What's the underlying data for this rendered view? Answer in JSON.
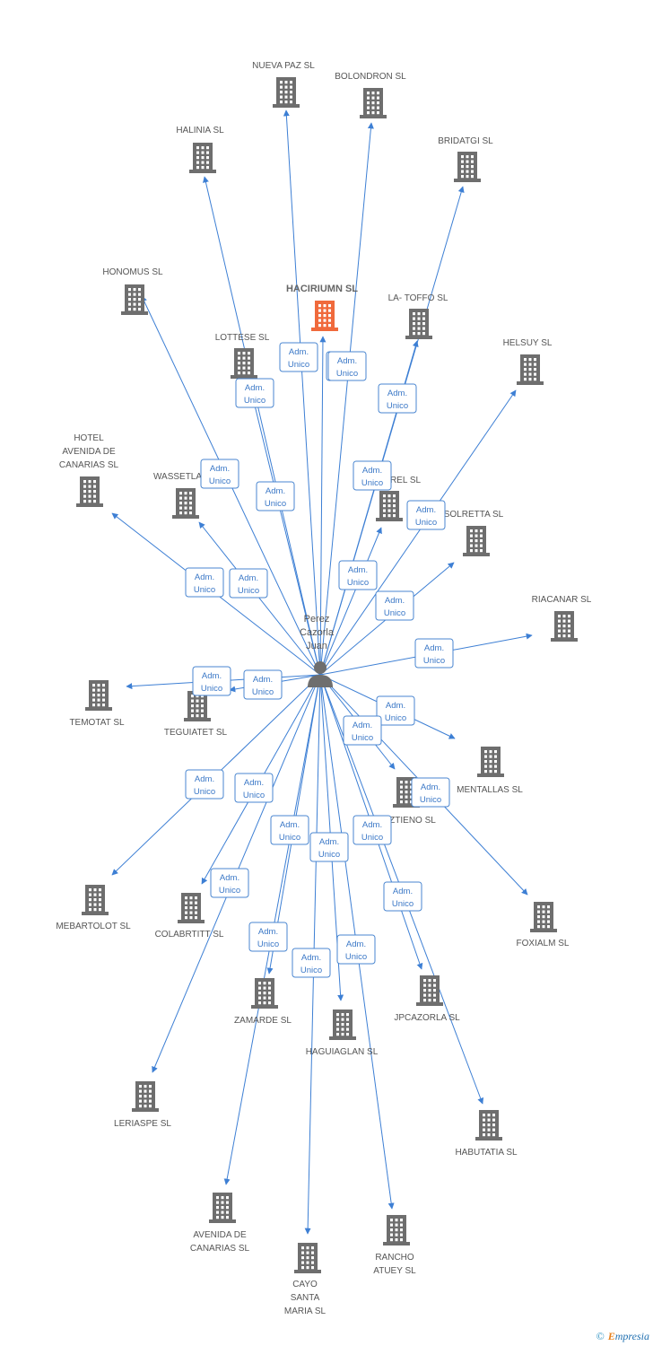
{
  "colors": {
    "edge": "#3d7fd4",
    "building": "#6e6e6e",
    "building_main": "#f06a3c",
    "label_box_border": "#4a86d0",
    "label_text": "#3b78c7"
  },
  "person": {
    "name_lines": [
      "Perez",
      "Cazorla",
      "Juan"
    ],
    "icon": "person-icon"
  },
  "main_company": {
    "name_lines": [
      "HACIRIUMN SL"
    ],
    "icon": "building-icon-highlight"
  },
  "edge_label": {
    "line1": "Adm.",
    "line2": "Unico"
  },
  "companies": [
    {
      "id": "nueva-paz",
      "name_lines": [
        "NUEVA PAZ SL"
      ]
    },
    {
      "id": "bolondron",
      "name_lines": [
        "BOLONDRON SL"
      ]
    },
    {
      "id": "halinia",
      "name_lines": [
        "HALINIA SL"
      ]
    },
    {
      "id": "bridatgi",
      "name_lines": [
        "BRIDATGI SL"
      ]
    },
    {
      "id": "honomus",
      "name_lines": [
        "HONOMUS SL"
      ]
    },
    {
      "id": "la-toffo",
      "name_lines": [
        "LA- TOFFO SL"
      ]
    },
    {
      "id": "lottese",
      "name_lines": [
        "LOTTESE SL"
      ]
    },
    {
      "id": "helsuy",
      "name_lines": [
        "HELSUY SL"
      ]
    },
    {
      "id": "hotel-avenida",
      "name_lines": [
        "HOTEL",
        "AVENIDA DE",
        "CANARIAS SL"
      ]
    },
    {
      "id": "wassetla",
      "name_lines": [
        "WASSETLA"
      ]
    },
    {
      "id": "rel",
      "name_lines": [
        "REL SL"
      ]
    },
    {
      "id": "solretta",
      "name_lines": [
        "SOLRETTA SL"
      ]
    },
    {
      "id": "riacanar",
      "name_lines": [
        "RIACANAR SL"
      ]
    },
    {
      "id": "temotat",
      "name_lines": [
        "TEMOTAT SL"
      ]
    },
    {
      "id": "teguiatet",
      "name_lines": [
        "TEGUIATET SL"
      ]
    },
    {
      "id": "mentallas",
      "name_lines": [
        "MENTALLAS SL"
      ]
    },
    {
      "id": "ztieno",
      "name_lines": [
        "ZTIENO SL"
      ]
    },
    {
      "id": "mebartolot",
      "name_lines": [
        "MEBARTOLOT SL"
      ]
    },
    {
      "id": "colabrtitt",
      "name_lines": [
        "COLABRTITT SL"
      ]
    },
    {
      "id": "foxialm",
      "name_lines": [
        "FOXIALM SL"
      ]
    },
    {
      "id": "zamarde",
      "name_lines": [
        "ZAMARDE SL"
      ]
    },
    {
      "id": "jpcazorla",
      "name_lines": [
        "JPCAZORLA SL"
      ]
    },
    {
      "id": "haguiaglan",
      "name_lines": [
        "HAGUIAGLAN SL"
      ]
    },
    {
      "id": "leriaspe",
      "name_lines": [
        "LERIASPE SL"
      ]
    },
    {
      "id": "habutatia",
      "name_lines": [
        "HABUTATIA SL"
      ]
    },
    {
      "id": "avenida-canarias",
      "name_lines": [
        "AVENIDA DE",
        "CANARIAS SL"
      ]
    },
    {
      "id": "rancho-atuey",
      "name_lines": [
        "RANCHO",
        "ATUEY SL"
      ]
    },
    {
      "id": "cayo-santa-maria",
      "name_lines": [
        "CAYO",
        "SANTA",
        "MARIA SL"
      ]
    }
  ],
  "footer": {
    "copyright": "©",
    "brand_initial": "E",
    "brand_rest": "mpresia"
  }
}
